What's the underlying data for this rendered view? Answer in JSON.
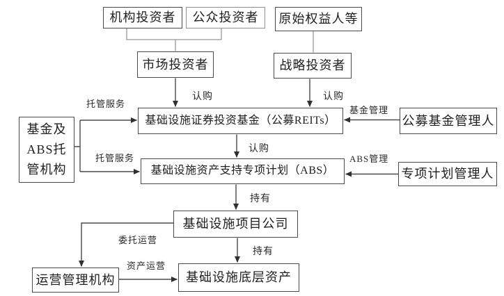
{
  "diagram": {
    "nodes": {
      "institutional-investors": {
        "label": "机构投资者"
      },
      "public-investors": {
        "label": "公众投资者"
      },
      "original-equity-holders": {
        "label": "原始权益人等"
      },
      "market-investors": {
        "label": "市场投资者"
      },
      "strategic-investors": {
        "label": "战略投资者"
      },
      "reits-fund": {
        "label": "基础设施证券投资基金（公募REITs）"
      },
      "abs-plan": {
        "label": "基础设施资产支持专项计划（ABS）"
      },
      "custodian": {
        "label": "基金及\nABS托\n管机构"
      },
      "public-fund-manager": {
        "label": "公募基金管理人"
      },
      "special-plan-manager": {
        "label": "专项计划管理人"
      },
      "project-company": {
        "label": "基础设施项目公司"
      },
      "operation-manager": {
        "label": "运营管理机构"
      },
      "underlying-assets": {
        "label": "基础设施底层资产"
      }
    },
    "edge_labels": {
      "custody-service-top": "托管服务",
      "custody-service-bottom": "托管服务",
      "subscribe-market": "认购",
      "subscribe-strategic": "认购",
      "subscribe-reits-abs": "认购",
      "fund-management": "基金管理",
      "abs-management": "ABS管理",
      "hold-abs-project": "持有",
      "hold-project-assets": "持有",
      "entrusted-operation": "委托运营",
      "asset-operation": "资产运营"
    },
    "colors": {
      "line": "#4a4a4a",
      "light_line": "#979797",
      "box_border": "#4a4a4a",
      "text": "#1e1e1e",
      "background": "#ffffff"
    }
  }
}
